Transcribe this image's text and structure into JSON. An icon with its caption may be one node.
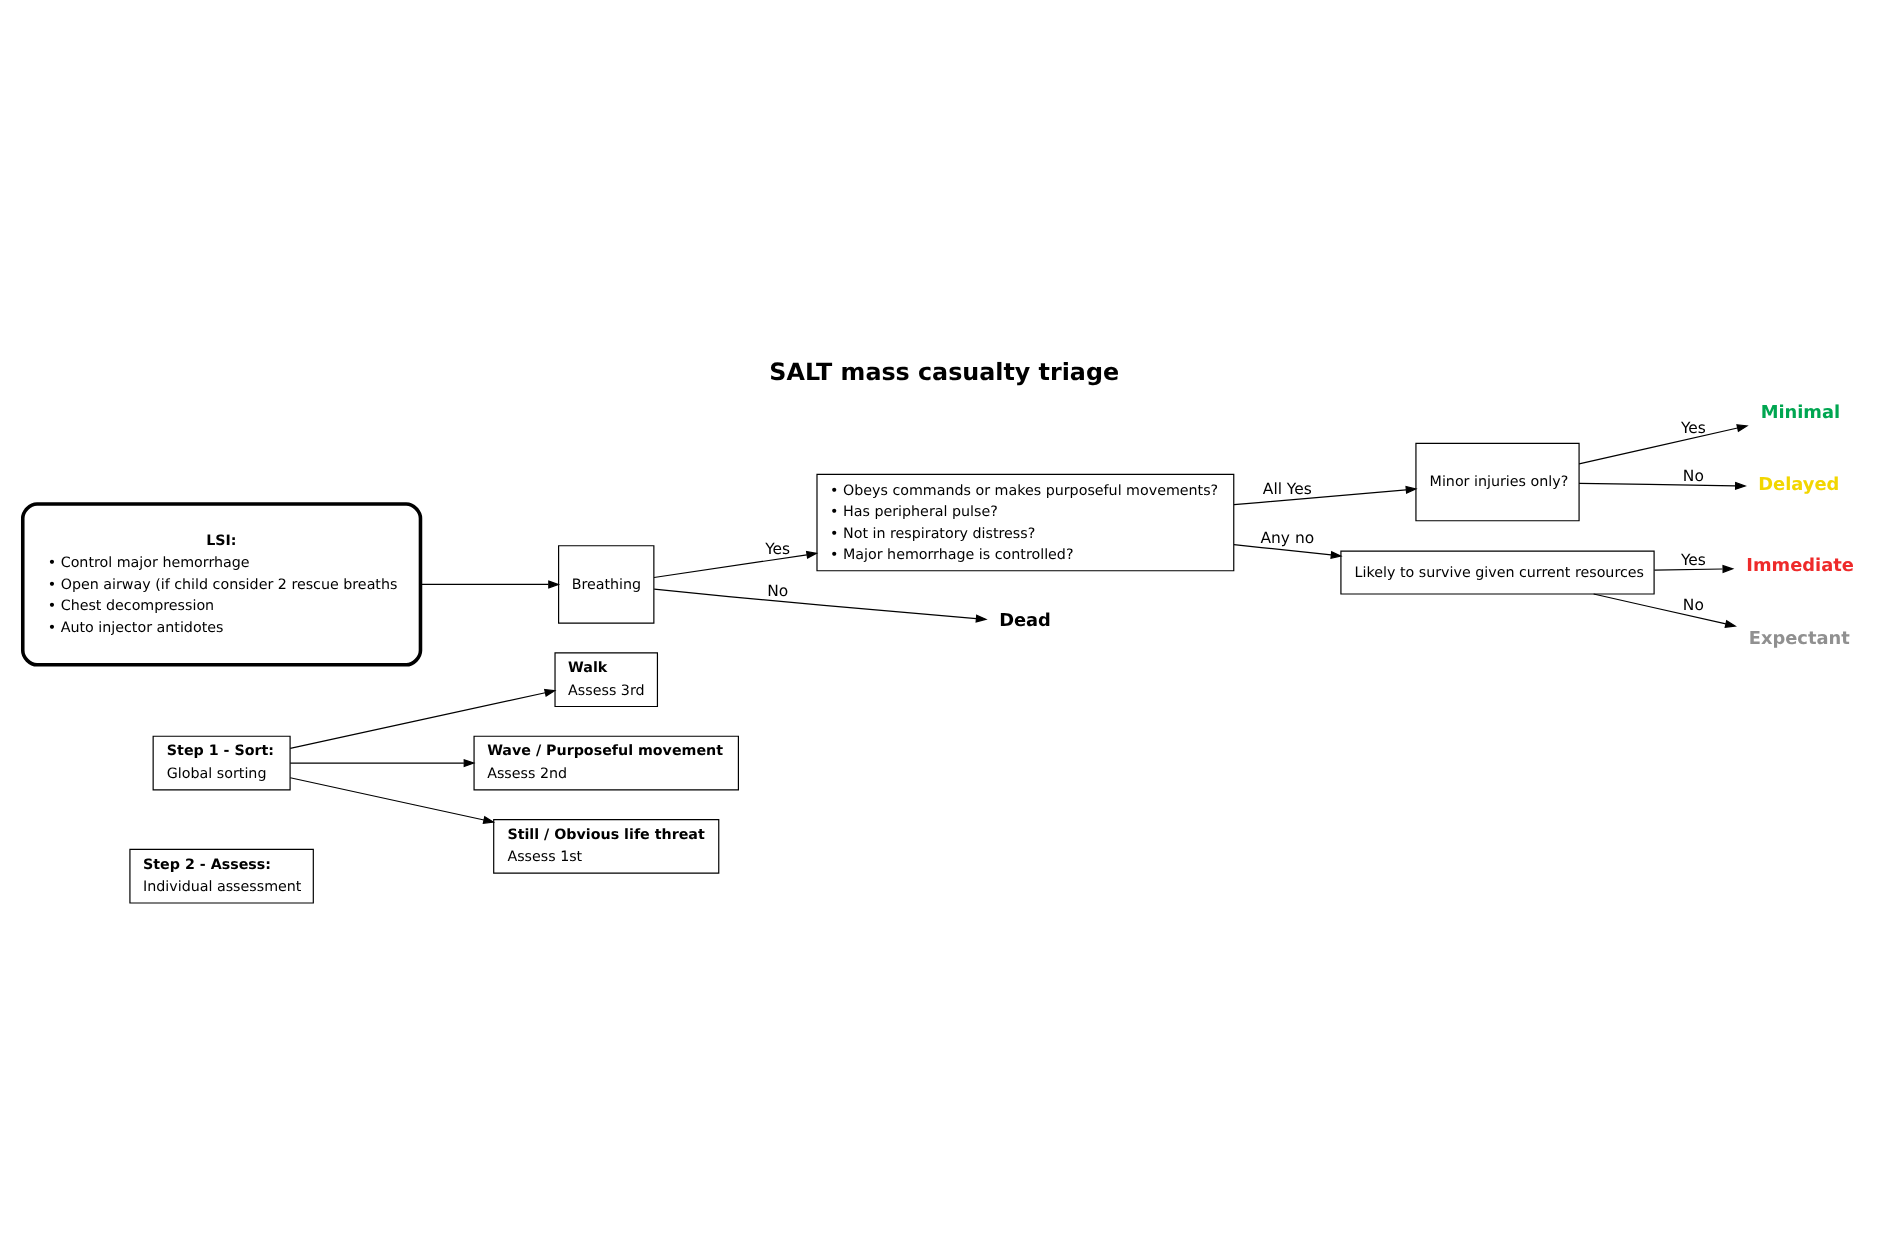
{
  "diagram": {
    "title": "SALT mass casualty triage",
    "nodes": [
      {
        "text": [
          "Step 1 - Sort:",
          "Global sorting"
        ]
      },
      {
        "text": [
          "Walk",
          "Assess 3rd"
        ]
      },
      {
        "text": [
          "Wave / Purposeful movement",
          "Assess 2nd"
        ]
      },
      {
        "text": [
          "Still / Obvious life threat",
          "Assess 1st"
        ]
      },
      {
        "text": [
          "Step 2 - Assess:",
          "Individual assessment"
        ]
      },
      {
        "text": [
          "LSI:",
          "• Control major hemorrhage",
          "• Open airway (if child consider 2 rescue breaths",
          "• Chest decompression",
          "• Auto injector antidotes"
        ]
      },
      {
        "text": [
          "Breathing"
        ]
      },
      {
        "text": [
          "• Obeys commands or makes purposeful movements?",
          "• Has peripheral pulse?",
          "• Not in respiratory distress?",
          "• Major hemorrhage is controlled?"
        ]
      },
      {
        "text": [
          "Minor injuries only?"
        ]
      },
      {
        "text": [
          "Minimal"
        ]
      },
      {
        "text": [
          "Dead"
        ]
      },
      {
        "text": [
          "Delayed"
        ]
      },
      {
        "text": [
          "Likely to survive given current resources"
        ]
      },
      {
        "text": [
          "Immediate"
        ]
      },
      {
        "text": [
          "Expectant"
        ]
      }
    ],
    "edges": [
      {
        "from": 0,
        "to": 1,
        "arrow": "to"
      },
      {
        "from": 0,
        "to": 2,
        "arrow": "to"
      },
      {
        "from": 0,
        "to": 3,
        "arrow": "to"
      },
      {
        "from": 5,
        "to": 6,
        "arrow": "to"
      },
      {
        "from": 6,
        "to": 7,
        "arrow": "to",
        "label": "Yes"
      },
      {
        "from": 6,
        "to": 10,
        "arrow": "to",
        "label": "No"
      },
      {
        "from": 7,
        "to": 8,
        "arrow": "to",
        "label": "All Yes"
      },
      {
        "from": 8,
        "to": 9,
        "arrow": "to",
        "label": "Yes"
      },
      {
        "from": 8,
        "to": 11,
        "arrow": "to",
        "label": "No"
      },
      {
        "from": 7,
        "to": 12,
        "arrow": "to",
        "label": "Any no"
      },
      {
        "from": 12,
        "to": 13,
        "arrow": "to",
        "label": "Yes"
      },
      {
        "from": 12,
        "to": 14,
        "arrow": "to",
        "label": "No"
      }
    ]
  }
}
